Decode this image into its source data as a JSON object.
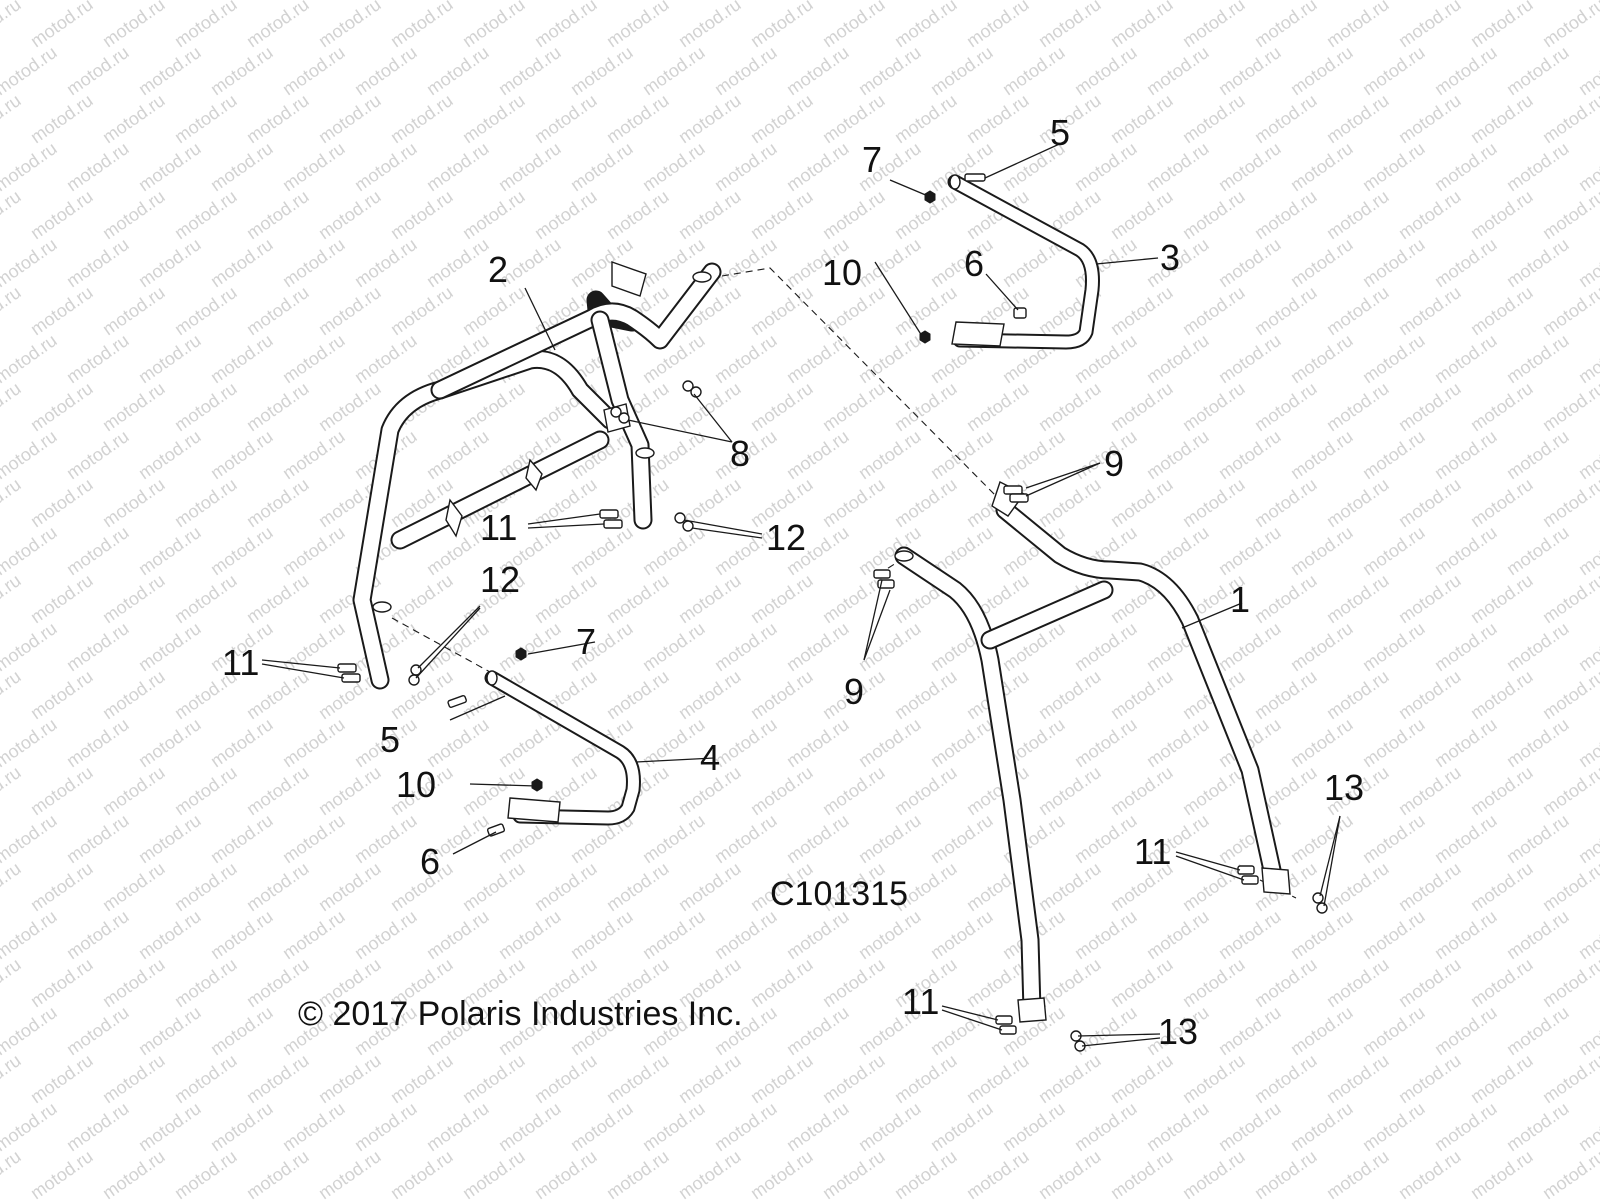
{
  "watermark": {
    "text": "motod.ru"
  },
  "diagram_code": "C101315",
  "copyright": "© 2017 Polaris Industries Inc.",
  "callouts": {
    "c1": "1",
    "c2": "2",
    "c3": "3",
    "c4": "4",
    "c5a": "5",
    "c5b": "5",
    "c6a": "6",
    "c6b": "6",
    "c7a": "7",
    "c7b": "7",
    "c8": "8",
    "c9a": "9",
    "c9b": "9",
    "c10a": "10",
    "c10b": "10",
    "c11a": "11",
    "c11b": "11",
    "c11c": "11",
    "c11d": "11",
    "c12a": "12",
    "c12b": "12",
    "c13a": "13",
    "c13b": "13"
  },
  "colors": {
    "line": "#1a1a1a",
    "watermark": "#d2d2d2",
    "background": "#ffffff"
  }
}
